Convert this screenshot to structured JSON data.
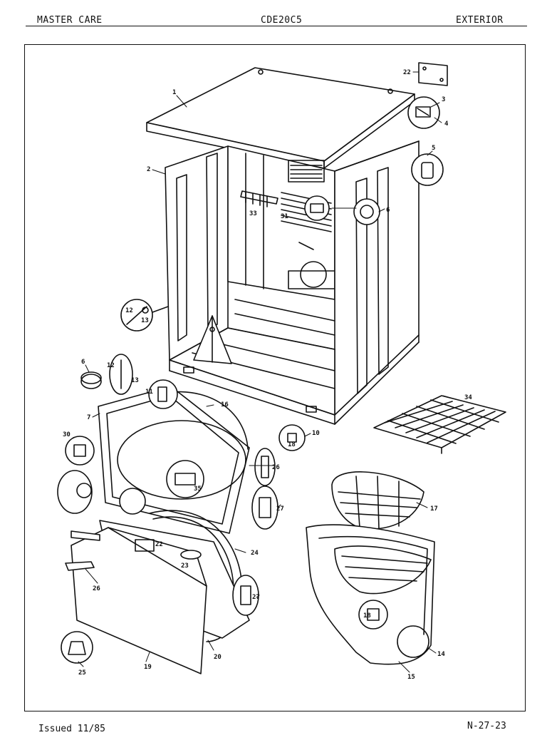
{
  "header": {
    "left": "MASTER CARE",
    "center": "CDE20C5",
    "right": "EXTERIOR"
  },
  "footer": {
    "issued": "Issued 11/85",
    "page_code": "N-27-23"
  },
  "callouts": [
    {
      "id": "c1",
      "label": "1"
    },
    {
      "id": "c2",
      "label": "2"
    },
    {
      "id": "c3",
      "label": "3"
    },
    {
      "id": "c4",
      "label": "4"
    },
    {
      "id": "c5",
      "label": "5"
    },
    {
      "id": "c6a",
      "label": "6"
    },
    {
      "id": "c6b",
      "label": "6"
    },
    {
      "id": "c7",
      "label": "7"
    },
    {
      "id": "c10",
      "label": "10"
    },
    {
      "id": "c11",
      "label": "11"
    },
    {
      "id": "c12a",
      "label": "12"
    },
    {
      "id": "c13a",
      "label": "13"
    },
    {
      "id": "c12b",
      "label": "12"
    },
    {
      "id": "c13b",
      "label": "13"
    },
    {
      "id": "c14",
      "label": "14"
    },
    {
      "id": "c15",
      "label": "15"
    },
    {
      "id": "c16",
      "label": "16"
    },
    {
      "id": "c17",
      "label": "17"
    },
    {
      "id": "c18a",
      "label": "18"
    },
    {
      "id": "c18b",
      "label": "18"
    },
    {
      "id": "c19",
      "label": "19"
    },
    {
      "id": "c20",
      "label": "20"
    },
    {
      "id": "c22a",
      "label": "22"
    },
    {
      "id": "c22b",
      "label": "22"
    },
    {
      "id": "c23",
      "label": "23"
    },
    {
      "id": "c24",
      "label": "24"
    },
    {
      "id": "c25",
      "label": "25"
    },
    {
      "id": "c26a",
      "label": "26"
    },
    {
      "id": "c26b",
      "label": "26"
    },
    {
      "id": "c27a",
      "label": "27"
    },
    {
      "id": "c27b",
      "label": "27"
    },
    {
      "id": "c30",
      "label": "30"
    },
    {
      "id": "c31",
      "label": "31"
    },
    {
      "id": "c33",
      "label": "33"
    },
    {
      "id": "c34",
      "label": "34"
    },
    {
      "id": "c35",
      "label": "35"
    }
  ]
}
